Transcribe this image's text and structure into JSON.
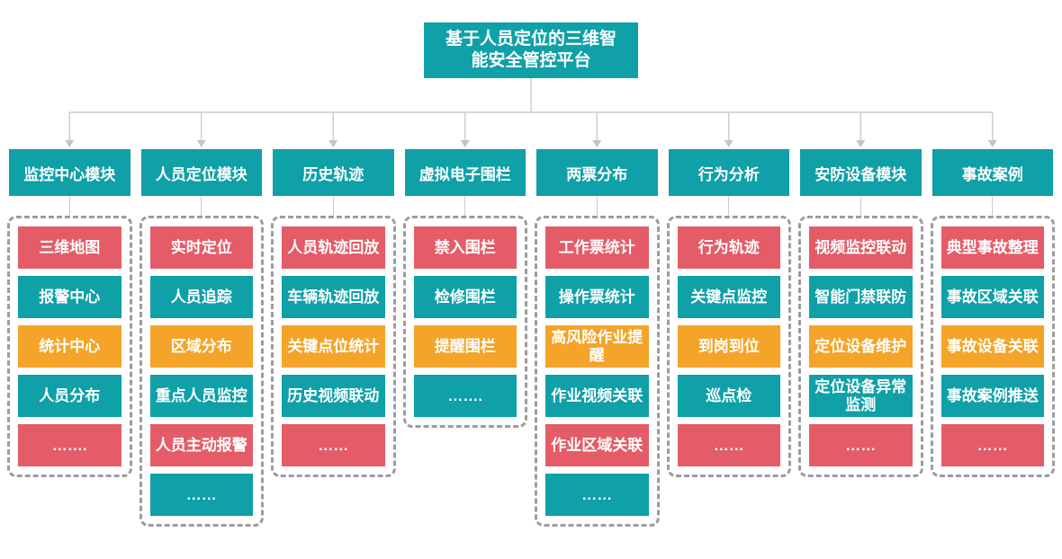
{
  "root": {
    "title": "基于人员定位的三维智能安全管控平台"
  },
  "colors": {
    "teal": "#0FA0A8",
    "red": "#E45C68",
    "orange": "#F4A428",
    "connector": "#CCCCCC",
    "dash_border": "#9C9C9C"
  },
  "columns": [
    {
      "label": "监控中心模块",
      "items": [
        {
          "text": "三维地图",
          "color": "red"
        },
        {
          "text": "报警中心",
          "color": "teal"
        },
        {
          "text": "统计中心",
          "color": "orange"
        },
        {
          "text": "人员分布",
          "color": "teal"
        },
        {
          "text": "…….",
          "color": "red"
        }
      ]
    },
    {
      "label": "人员定位模块",
      "items": [
        {
          "text": "实时定位",
          "color": "red"
        },
        {
          "text": "人员追踪",
          "color": "teal"
        },
        {
          "text": "区域分布",
          "color": "orange"
        },
        {
          "text": "重点人员监控",
          "color": "teal"
        },
        {
          "text": "人员主动报警",
          "color": "red"
        },
        {
          "text": "……",
          "color": "teal"
        }
      ]
    },
    {
      "label": "历史轨迹",
      "items": [
        {
          "text": "人员轨迹回放",
          "color": "red"
        },
        {
          "text": "车辆轨迹回放",
          "color": "teal"
        },
        {
          "text": "关键点位统计",
          "color": "orange"
        },
        {
          "text": "历史视频联动",
          "color": "teal"
        },
        {
          "text": "……",
          "color": "red"
        }
      ]
    },
    {
      "label": "虚拟电子围栏",
      "items": [
        {
          "text": "禁入围栏",
          "color": "red"
        },
        {
          "text": "检修围栏",
          "color": "teal"
        },
        {
          "text": "提醒围栏",
          "color": "orange"
        },
        {
          "text": "…….",
          "color": "teal"
        }
      ]
    },
    {
      "label": "两票分布",
      "items": [
        {
          "text": "工作票统计",
          "color": "red"
        },
        {
          "text": "操作票统计",
          "color": "teal"
        },
        {
          "text": "高风险作业提醒",
          "color": "orange"
        },
        {
          "text": "作业视频关联",
          "color": "teal"
        },
        {
          "text": "作业区域关联",
          "color": "red"
        },
        {
          "text": "……",
          "color": "teal"
        }
      ]
    },
    {
      "label": "行为分析",
      "items": [
        {
          "text": "行为轨迹",
          "color": "red"
        },
        {
          "text": "关键点监控",
          "color": "teal"
        },
        {
          "text": "到岗到位",
          "color": "orange"
        },
        {
          "text": "巡点检",
          "color": "teal"
        },
        {
          "text": "……",
          "color": "red"
        }
      ]
    },
    {
      "label": "安防设备模块",
      "items": [
        {
          "text": "视频监控联动",
          "color": "red"
        },
        {
          "text": "智能门禁联防",
          "color": "teal"
        },
        {
          "text": "定位设备维护",
          "color": "orange"
        },
        {
          "text": "定位设备异常监测",
          "color": "teal"
        },
        {
          "text": "……",
          "color": "red"
        }
      ]
    },
    {
      "label": "事故案例",
      "items": [
        {
          "text": "典型事故整理",
          "color": "red"
        },
        {
          "text": "事故区域关联",
          "color": "teal"
        },
        {
          "text": "事故设备关联",
          "color": "orange"
        },
        {
          "text": "事故案例推送",
          "color": "teal"
        },
        {
          "text": "……",
          "color": "red"
        }
      ]
    }
  ]
}
